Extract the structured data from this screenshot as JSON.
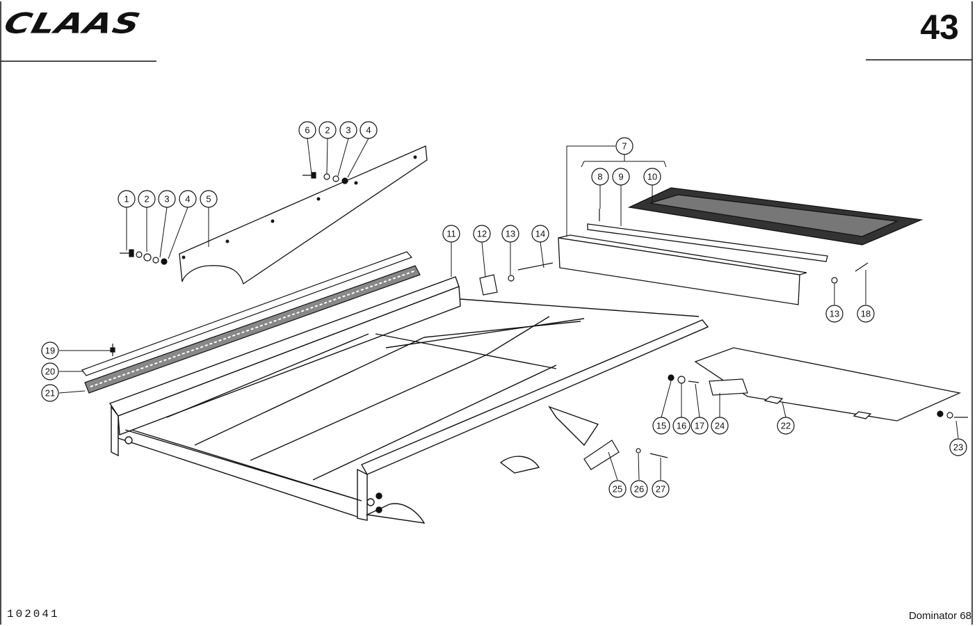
{
  "header": {
    "brand": "CLAAS",
    "page_number": "43"
  },
  "footer": {
    "document_id": "102041",
    "model": "Dominator 68"
  },
  "callouts": [
    "1",
    "2",
    "3",
    "4",
    "5",
    "6",
    "2",
    "3",
    "4",
    "7",
    "8",
    "9",
    "10",
    "11",
    "12",
    "13",
    "14",
    "13",
    "18",
    "19",
    "20",
    "21",
    "15",
    "16",
    "17",
    "24",
    "22",
    "23",
    "25",
    "26",
    "27"
  ]
}
